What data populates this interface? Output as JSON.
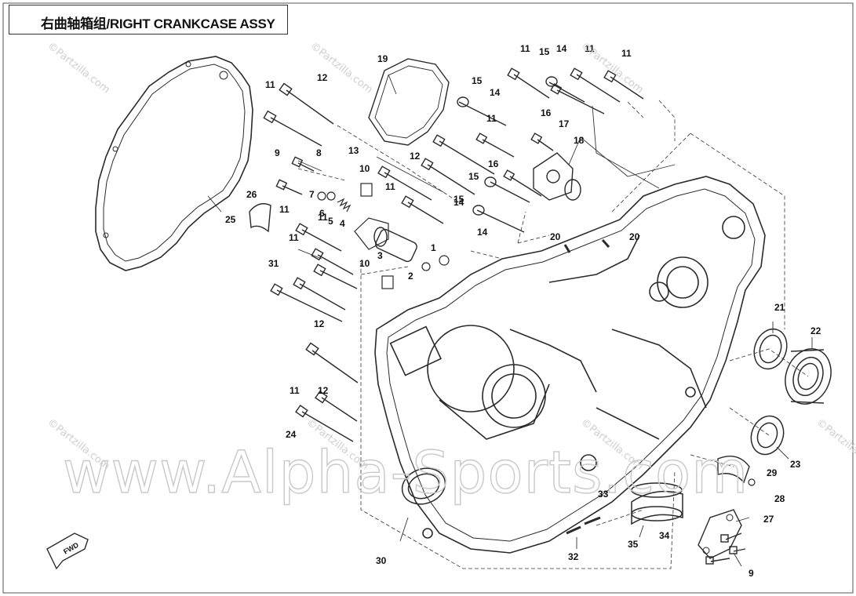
{
  "title": "右曲轴箱组/RIGHT CRANKCASE ASSY",
  "watermark": "www.Alpha-Sports.com",
  "partzilla_marks": [
    "©Partzilla.com",
    "©Partzilla.com",
    "©Partzilla.com",
    "©Partzilla.com",
    "©Partzilla.com",
    "©Partzilla.com",
    "©Partzilla.com"
  ],
  "fwd_label": "FWD",
  "callouts": [
    "1",
    "2",
    "3",
    "4",
    "5",
    "6",
    "7",
    "8",
    "9",
    "10",
    "10",
    "11",
    "11",
    "11",
    "11",
    "11",
    "11",
    "11",
    "11",
    "11",
    "11",
    "12",
    "12",
    "12",
    "12",
    "13",
    "14",
    "14",
    "14",
    "14",
    "15",
    "15",
    "15",
    "15",
    "16",
    "16",
    "17",
    "18",
    "19",
    "20",
    "20",
    "21",
    "22",
    "23",
    "24",
    "25",
    "26",
    "27",
    "28",
    "29",
    "30",
    "31",
    "32",
    "33",
    "34",
    "35",
    "9"
  ],
  "colors": {
    "line": "#2a2a2a",
    "watermark": "#c9c9c9",
    "background": "#ffffff"
  }
}
